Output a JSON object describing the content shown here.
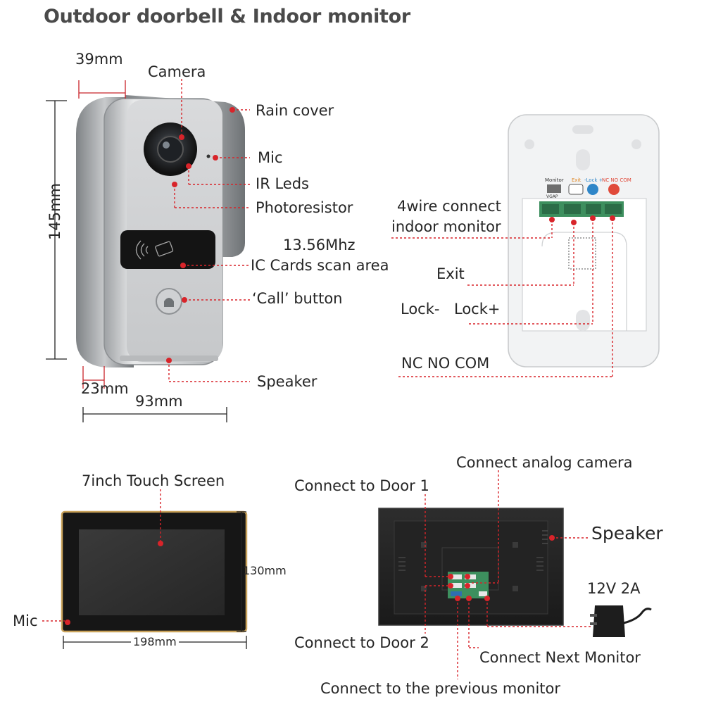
{
  "page": {
    "title": "Outdoor doorbell & Indoor monitor"
  },
  "doorbell": {
    "dim_top_width": "39mm",
    "dim_height": "145mm",
    "dim_depth": "23mm",
    "dim_width": "93mm",
    "camera": "Camera",
    "rain_cover": "Rain cover",
    "mic": "Mic",
    "ir_leds": "IR Leds",
    "photoresistor": "Photoresistor",
    "frequency": "13.56Mhz",
    "ic_cards": "IC Cards scan area",
    "call_button": "‘Call’ button",
    "speaker": "Speaker"
  },
  "backplate": {
    "four_wire": "4wire connect",
    "indoor_monitor": "indoor monitor",
    "exit": "Exit",
    "lock_minus": "Lock-",
    "lock_plus": "Lock+",
    "nc_no_com": "NC NO COM",
    "tiny_monitor": "Monitor",
    "tiny_vgap": "VGAP",
    "tiny_exit": "Exit",
    "tiny_lock": "-Lock +",
    "tiny_nc": "NC NO COM"
  },
  "monitor_front": {
    "screen_label": "7inch Touch Screen",
    "height_dim": "130mm",
    "width_dim": "198mm",
    "mic": "Mic"
  },
  "monitor_back": {
    "analog_camera": "Connect analog camera",
    "door1": "Connect to Door 1",
    "speaker": "Speaker",
    "power": "12V 2A",
    "door2": "Connect to Door 2",
    "next_monitor": "Connect Next Monitor",
    "previous_monitor": "Connect to the previous monitor"
  },
  "colors": {
    "leader": "#d8242a",
    "gold_trim": "#c9a25a",
    "terminal_green": "#3d8f5e",
    "lock_blue": "#2f86c8",
    "nc_red": "#e04a3a"
  }
}
